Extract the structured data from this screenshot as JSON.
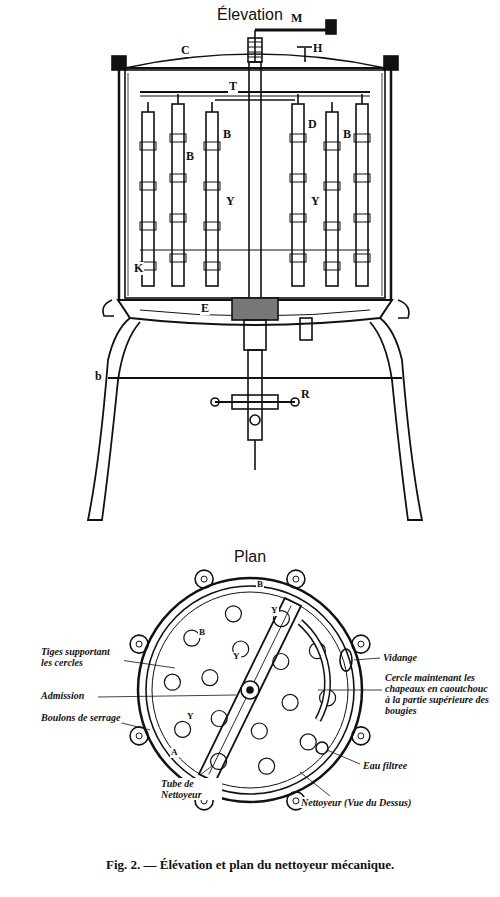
{
  "diagram": {
    "title": "Élevation",
    "caption": "Fig. 2. — Élévation et plan du nettoyeur mécanique.",
    "labels": [
      "M",
      "H",
      "C",
      "T",
      "B",
      "B",
      "D",
      "B",
      "Y",
      "Y",
      "K",
      "E",
      "b",
      "R",
      "Plan",
      "Tiges supportant les cercles",
      "Admission",
      "Boulons de serrage",
      "Tube de Nettoyeur",
      "Nettoyeur (Vue du Dessus)",
      "Eau filtree",
      "Vidange",
      "Cercle maintenant les chapeaux en caoutchouc à la partie supérieure des bougies",
      "B",
      "Y",
      "B",
      "Y",
      "Y",
      "A"
    ]
  }
}
